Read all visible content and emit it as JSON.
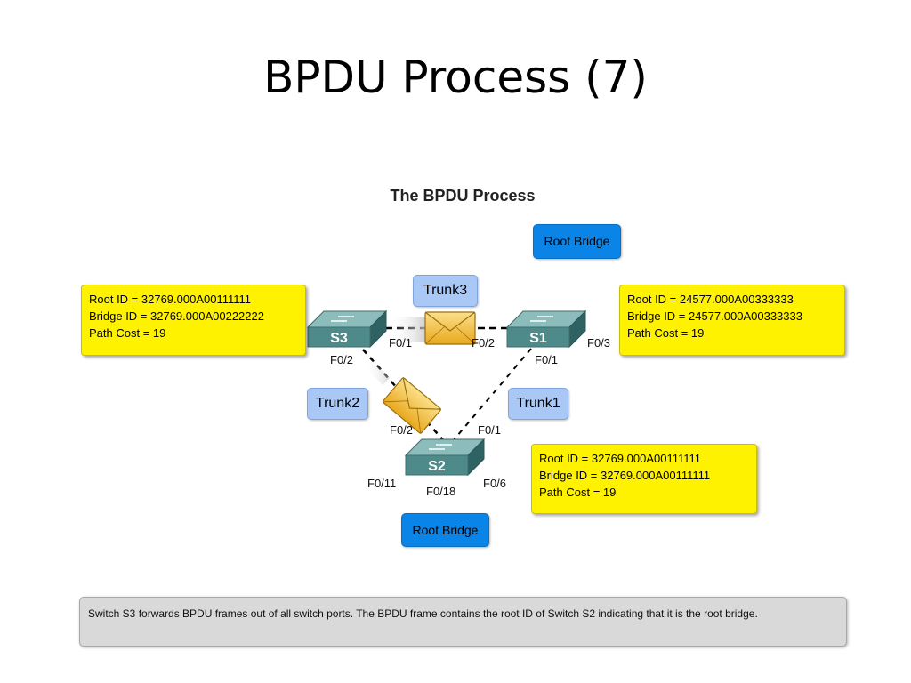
{
  "slide": {
    "title": "BPDU Process (7)"
  },
  "diagram": {
    "title": "The BPDU Process",
    "root_bridge_top": "Root Bridge",
    "root_bridge_bottom": "Root Bridge",
    "trunks": {
      "trunk1": "Trunk1",
      "trunk2": "Trunk2",
      "trunk3": "Trunk3"
    },
    "switches": {
      "s1": {
        "name": "S1",
        "ports": {
          "f0_1": "F0/1",
          "f0_2": "F0/2",
          "f0_3": "F0/3"
        }
      },
      "s2": {
        "name": "S2",
        "ports": {
          "f0_1": "F0/1",
          "f0_2": "F0/2",
          "f0_6": "F0/6",
          "f0_11": "F0/11",
          "f0_18": "F0/18"
        }
      },
      "s3": {
        "name": "S3",
        "ports": {
          "f0_1": "F0/1",
          "f0_2": "F0/2"
        }
      }
    },
    "info_s3": {
      "root_id": "Root ID = 32769.000A00111111",
      "bridge_id": "Bridge ID = 32769.000A00222222",
      "path_cost": "Path Cost = 19"
    },
    "info_s1": {
      "root_id": "Root ID = 24577.000A00333333",
      "bridge_id": "Bridge ID = 24577.000A00333333",
      "path_cost": "Path Cost = 19"
    },
    "info_s2": {
      "root_id": "Root ID = 32769.000A00111111",
      "bridge_id": "Bridge ID = 32769.000A00111111",
      "path_cost": "Path Cost = 19"
    },
    "caption": "Switch S3 forwards BPDU frames out of all switch ports. The BPDU frame contains the root ID of Switch S2 indicating that it is the root bridge."
  },
  "colors": {
    "info_box": "#fff200",
    "trunk_label": "#a9c8f5",
    "root_label": "#0a84e6",
    "switch": "#4f8a8b",
    "envelope": "#f3c23a"
  },
  "icons": {
    "switch": "switch-icon",
    "bpdu": "envelope-icon"
  }
}
